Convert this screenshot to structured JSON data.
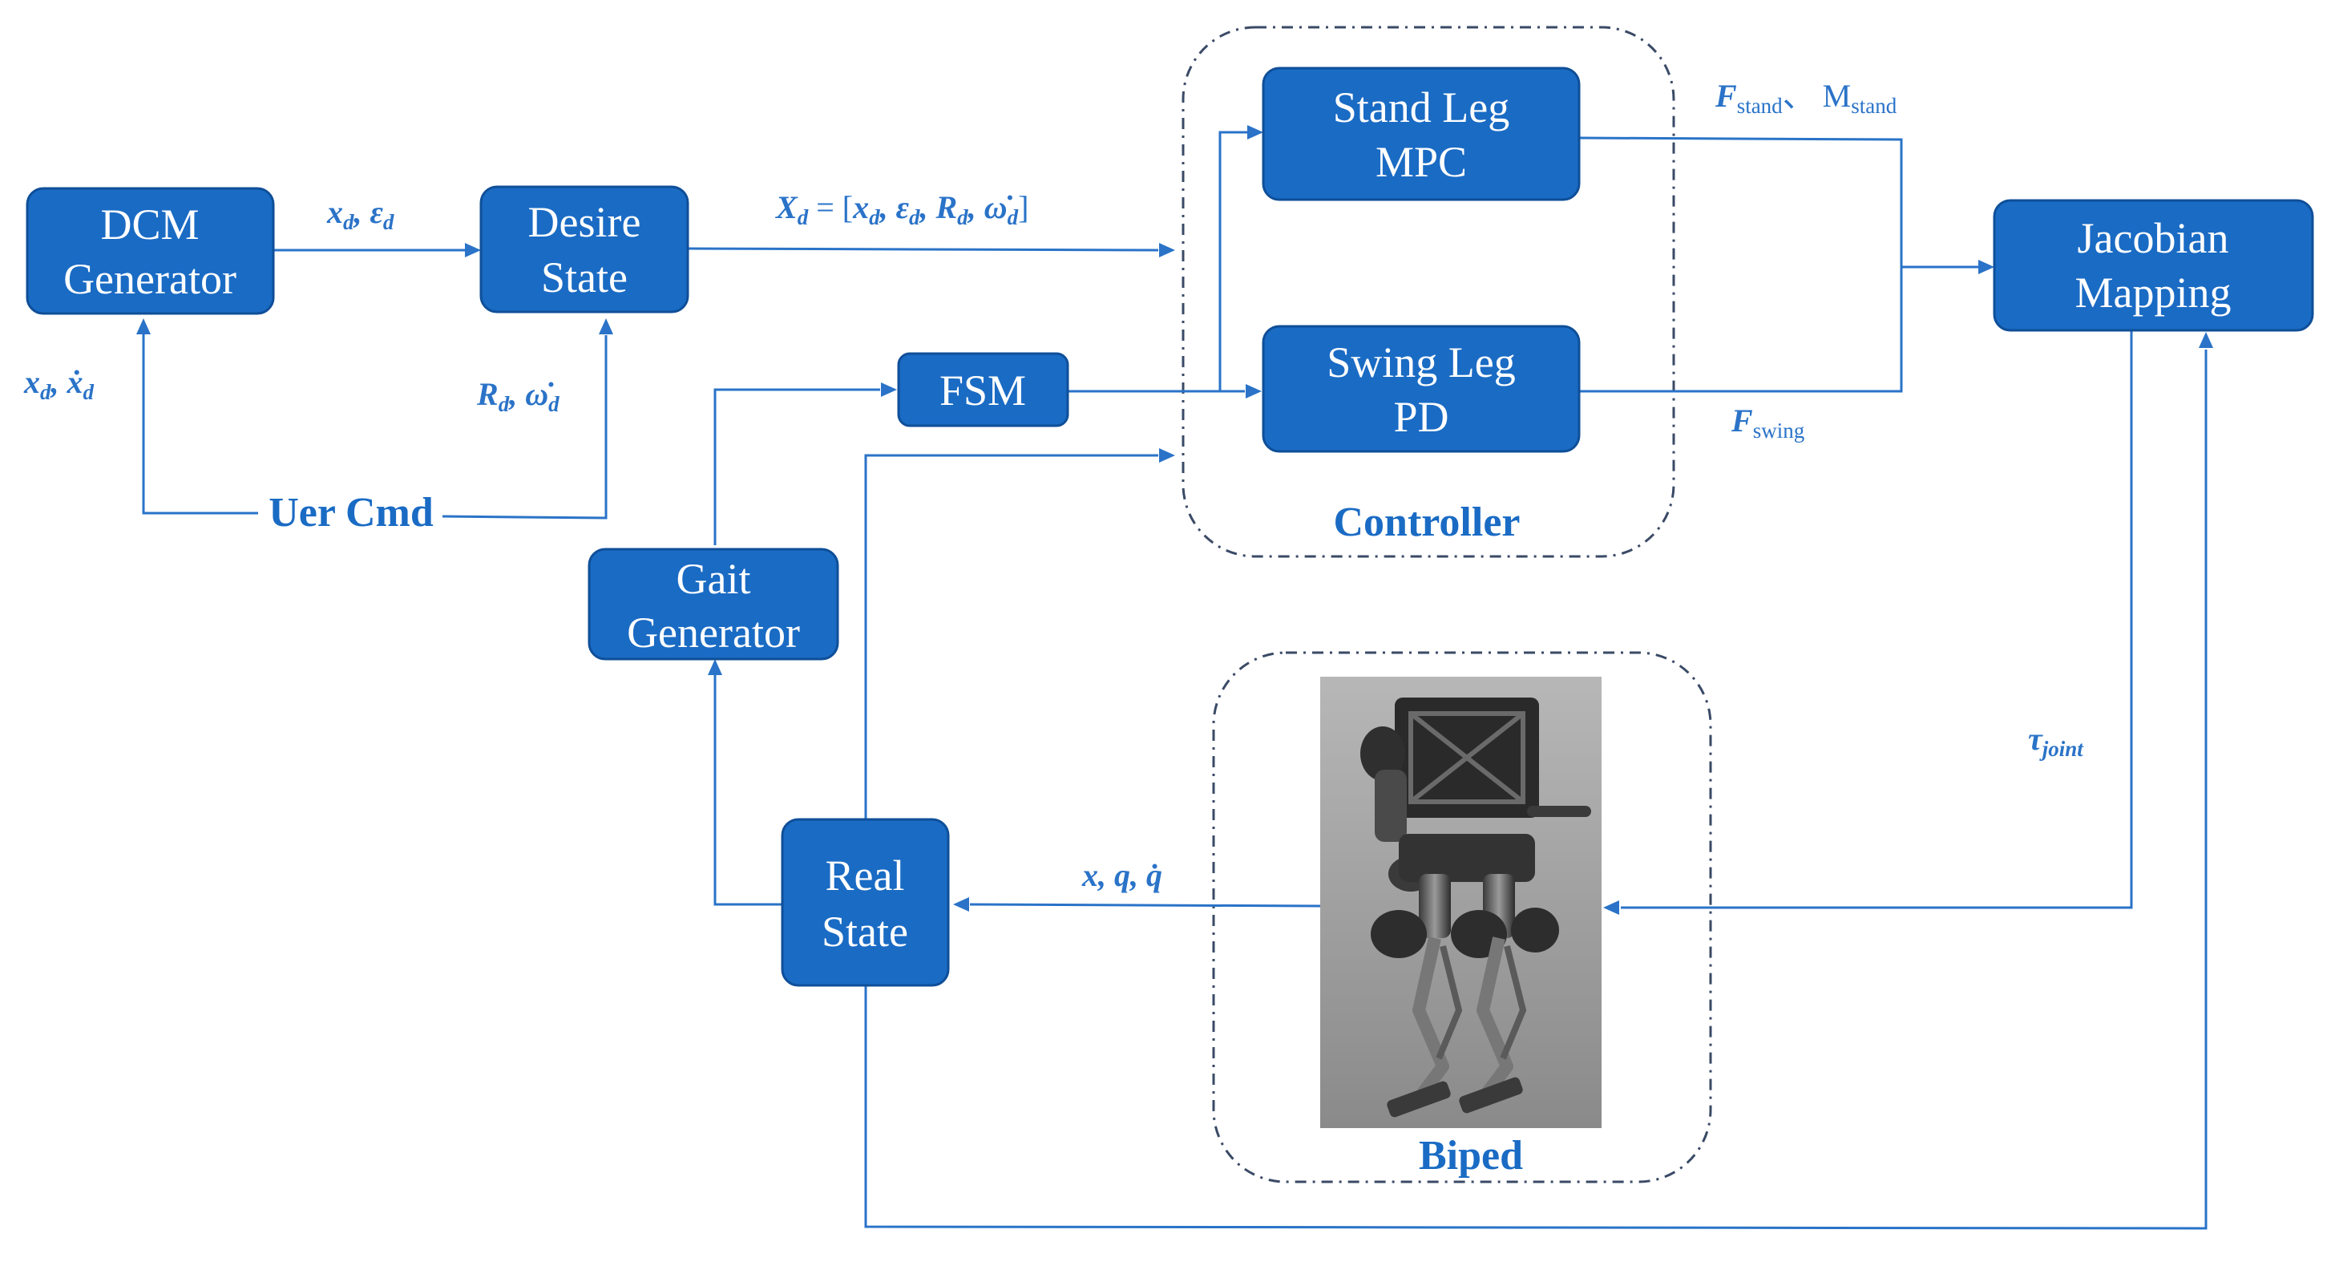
{
  "colors": {
    "box_fill": "#1a6bc4",
    "edge": "#2a73c8",
    "text_on_box": "#ffffff",
    "group_border": "#3a4a66"
  },
  "nodes": {
    "dcm": [
      "DCM",
      "Generator"
    ],
    "desire": [
      "Desire",
      "State"
    ],
    "stand": [
      "Stand Leg",
      "MPC"
    ],
    "swing": [
      "Swing Leg",
      "PD"
    ],
    "fsm": [
      "FSM"
    ],
    "gait": [
      "Gait",
      "Generator"
    ],
    "jacobian": [
      "Jacobian",
      "Mapping"
    ],
    "real": [
      "Real",
      "State"
    ]
  },
  "groups": {
    "controller": "Controller",
    "biped": "Biped"
  },
  "user_cmd": "Uer Cmd",
  "edge_labels": {
    "xd_eps": {
      "a": "x",
      "a_sub": "d",
      "sep": ", ",
      "b": "ε",
      "b_sub": "d"
    },
    "xd_dot": {
      "a": "x",
      "a_sub": "d",
      "sep": ", ",
      "b": "ẋ",
      "b_sub": "d"
    },
    "rd_omega": {
      "a": "R",
      "a_sub": "d",
      "sep": ", ",
      "b": "ω̇",
      "b_sub": "d"
    },
    "Xd_main": "X",
    "Xd_sub": "d",
    "Xd_eq": " = [",
    "Xd_x": "x",
    "Xd_eps": "ε",
    "Xd_R": "R",
    "Xd_w": "ω̇",
    "Xd_close": "]",
    "f_stand": "F",
    "f_stand_sub": "stand",
    "m_sep": "、 M",
    "m_stand_sub": "stand",
    "f_swing": "F",
    "f_swing_sub": "swing",
    "tau": "τ",
    "tau_sub": "joint",
    "xqq": "x, q, q̇"
  },
  "biped_image": "biped-robot-render"
}
